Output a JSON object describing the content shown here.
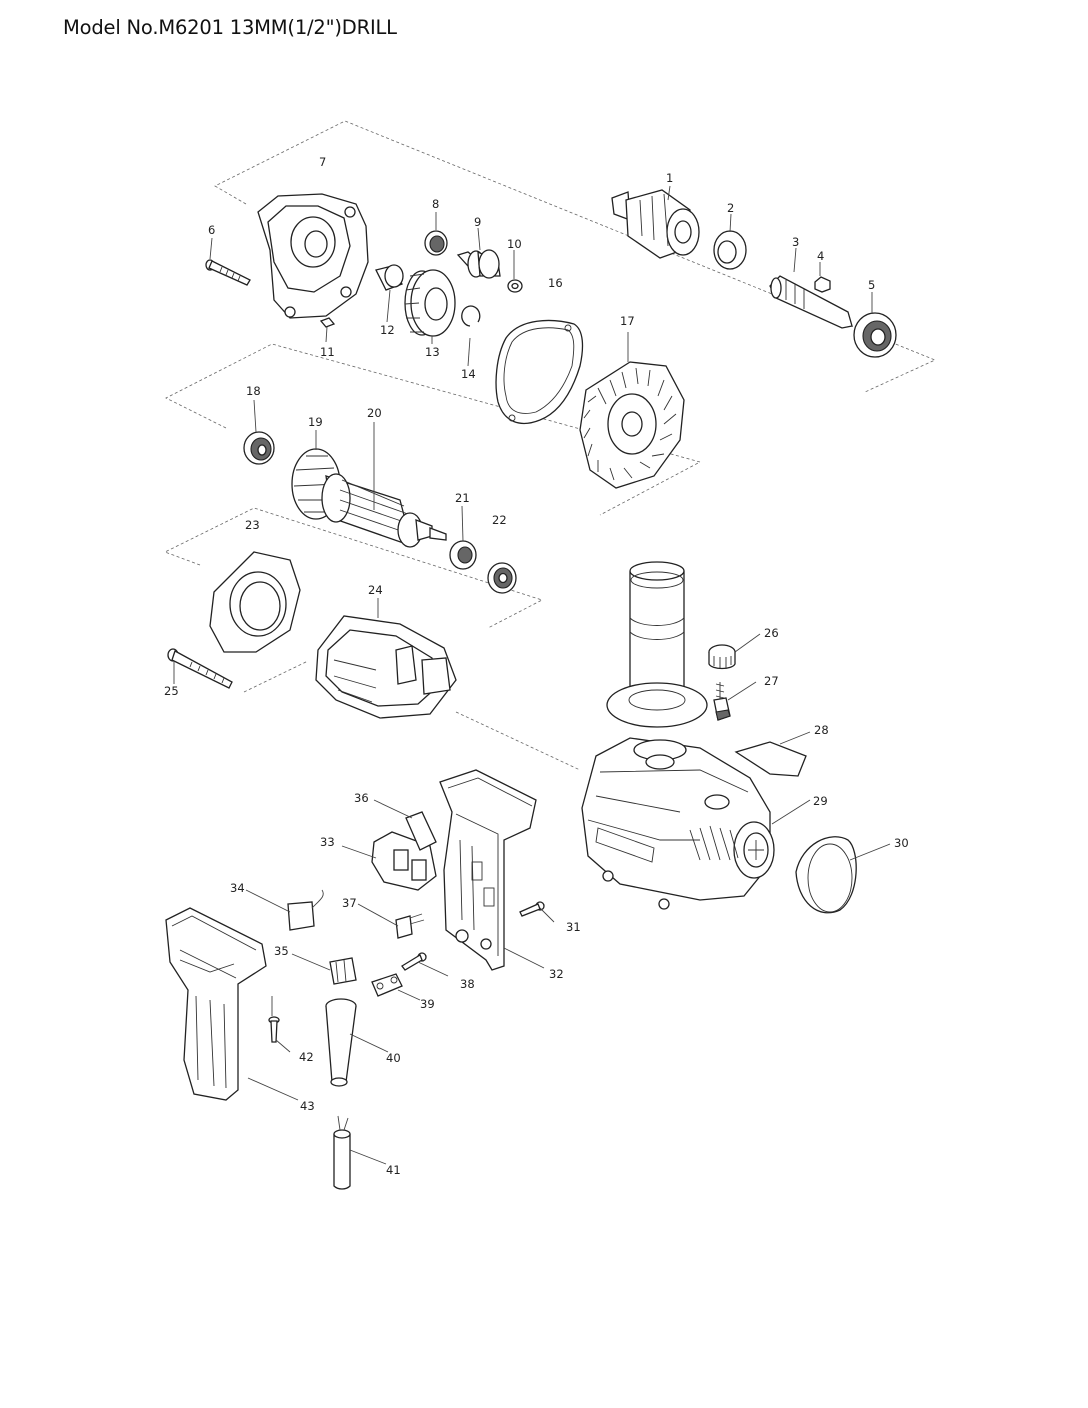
{
  "title": "Model No.M6201 13MM(1/2\")DRILL",
  "parts": [
    {
      "id": "p1",
      "num": "1"
    },
    {
      "id": "p2",
      "num": "2"
    },
    {
      "id": "p3",
      "num": "3"
    },
    {
      "id": "p4",
      "num": "4"
    },
    {
      "id": "p5",
      "num": "5"
    },
    {
      "id": "p6",
      "num": "6"
    },
    {
      "id": "p7",
      "num": "7"
    },
    {
      "id": "p8",
      "num": "8"
    },
    {
      "id": "p9",
      "num": "9"
    },
    {
      "id": "p10",
      "num": "10"
    },
    {
      "id": "p11",
      "num": "11"
    },
    {
      "id": "p12",
      "num": "12"
    },
    {
      "id": "p13",
      "num": "13"
    },
    {
      "id": "p14",
      "num": "14"
    },
    {
      "id": "p16",
      "num": "16"
    },
    {
      "id": "p17",
      "num": "17"
    },
    {
      "id": "p18",
      "num": "18"
    },
    {
      "id": "p19",
      "num": "19"
    },
    {
      "id": "p20",
      "num": "20"
    },
    {
      "id": "p21",
      "num": "21"
    },
    {
      "id": "p22",
      "num": "22"
    },
    {
      "id": "p23",
      "num": "23"
    },
    {
      "id": "p24",
      "num": "24"
    },
    {
      "id": "p25",
      "num": "25"
    },
    {
      "id": "p26",
      "num": "26"
    },
    {
      "id": "p27",
      "num": "27"
    },
    {
      "id": "p28",
      "num": "28"
    },
    {
      "id": "p29",
      "num": "29"
    },
    {
      "id": "p30",
      "num": "30"
    },
    {
      "id": "p31",
      "num": "31"
    },
    {
      "id": "p32",
      "num": "32"
    },
    {
      "id": "p33",
      "num": "33"
    },
    {
      "id": "p34",
      "num": "34"
    },
    {
      "id": "p35",
      "num": "35"
    },
    {
      "id": "p36",
      "num": "36"
    },
    {
      "id": "p37",
      "num": "37"
    },
    {
      "id": "p38",
      "num": "38"
    },
    {
      "id": "p39",
      "num": "39"
    },
    {
      "id": "p40",
      "num": "40"
    },
    {
      "id": "p41",
      "num": "41"
    },
    {
      "id": "p42",
      "num": "42"
    },
    {
      "id": "p43",
      "num": "43"
    }
  ]
}
